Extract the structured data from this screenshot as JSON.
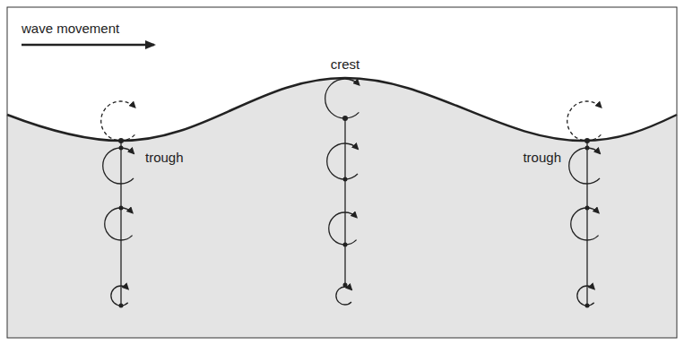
{
  "diagram": {
    "labels": [
      "wave movement",
      "crest",
      "trough",
      "trough"
    ]
  }
}
